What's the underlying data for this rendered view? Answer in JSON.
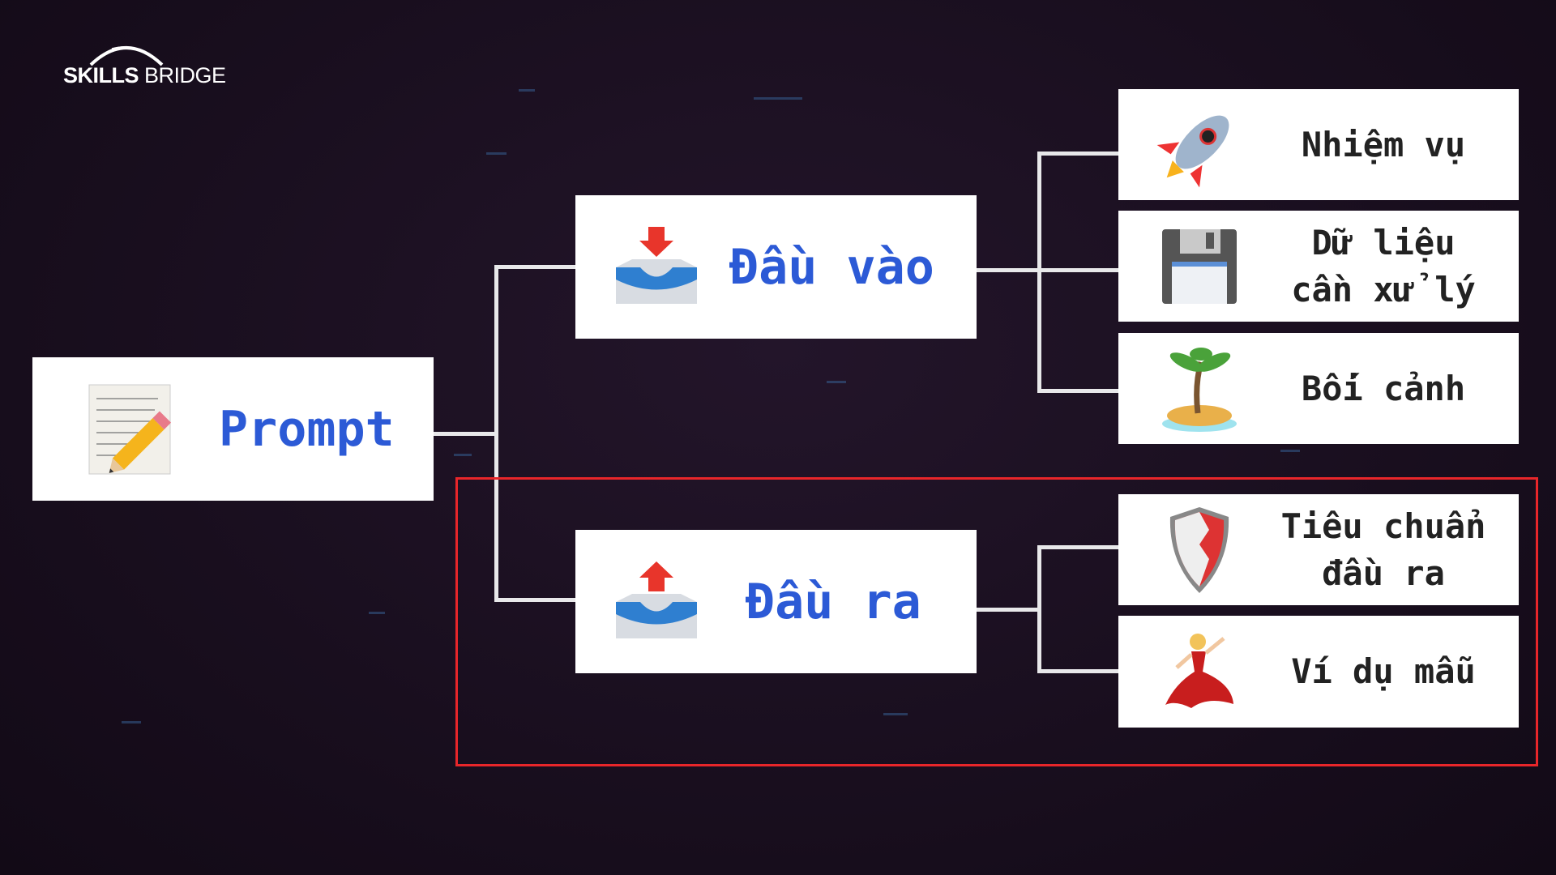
{
  "logo": {
    "text_left": "SKILLS",
    "text_right": "BRIDGE"
  },
  "root": {
    "label": "Prompt",
    "icon": "memo-pencil-icon"
  },
  "branches": [
    {
      "label": "Đầu vào",
      "icon": "inbox-tray-icon",
      "children": [
        {
          "label": "Nhiệm vụ",
          "icon": "rocket-icon"
        },
        {
          "label": "Dữ liệu\ncần xử lý",
          "icon": "floppy-disk-icon"
        },
        {
          "label": "Bối cảnh",
          "icon": "desert-island-icon"
        }
      ]
    },
    {
      "label": "Đầu ra",
      "icon": "outbox-tray-icon",
      "children": [
        {
          "label": "Tiêu chuẩn\nđầu ra",
          "icon": "shield-icon"
        },
        {
          "label": "Ví dụ mẫu",
          "icon": "dancer-icon"
        }
      ]
    }
  ],
  "colors": {
    "accent": "#2c5ad6",
    "highlight": "#e8262a",
    "background": "#1a0f1f"
  }
}
